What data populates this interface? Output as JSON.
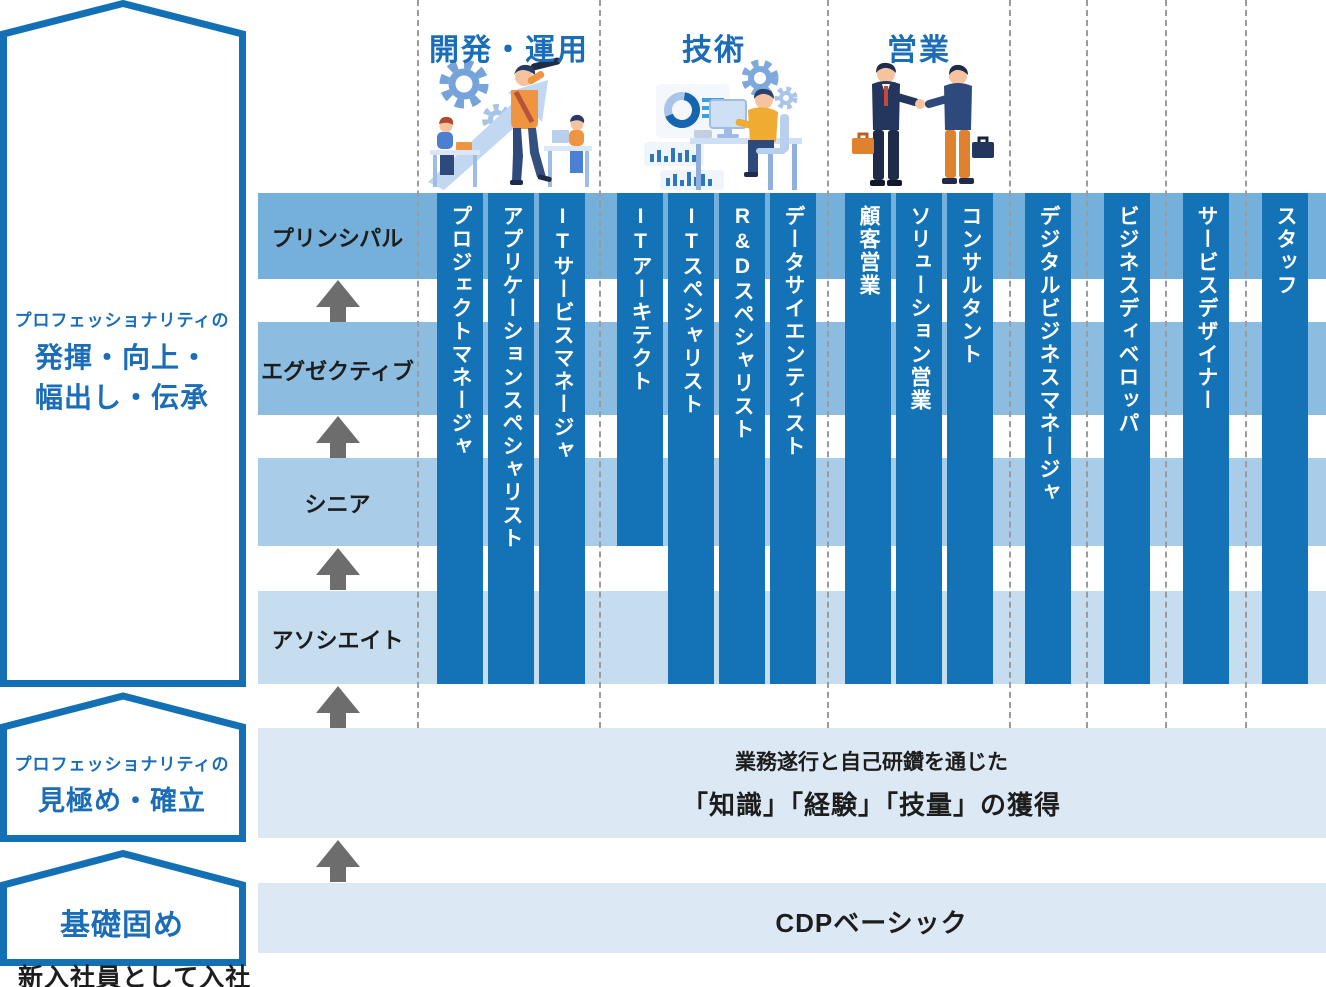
{
  "palette": {
    "bar_blue": "#1472b7",
    "outline_blue": "#1470b4",
    "heading_blue": "#1a6db6",
    "level_principal": "#74b0d9",
    "level_executive": "#8cbde0",
    "level_senior": "#a9cde8",
    "level_associate": "#c6ddef",
    "light_band": "#dce9f5",
    "arrow_gray": "#6d6d6d",
    "dash_gray": "#9b9b9b",
    "text_black": "#1d1d1d",
    "role_text_white": "#ffffff"
  },
  "left_track": {
    "stages": [
      {
        "id": "develop",
        "lines": [
          "プロフェッショナリティの",
          "発揮・向上・",
          "幅出し・伝承"
        ]
      },
      {
        "id": "establish",
        "lines": [
          "プロフェッショナリティの",
          "見極め・確立"
        ]
      },
      {
        "id": "foundation",
        "lines": [
          "基礎固め"
        ]
      }
    ],
    "entry_note": "新入社員として入社"
  },
  "levels": [
    {
      "key": "principal",
      "label": "プリンシパル",
      "color": "#74b0d9"
    },
    {
      "key": "executive",
      "label": "エグゼクティブ",
      "color": "#8cbde0"
    },
    {
      "key": "senior",
      "label": "シニア",
      "color": "#a9cde8"
    },
    {
      "key": "associate",
      "label": "アソシエイト",
      "color": "#c6ddef"
    }
  ],
  "categories": [
    {
      "label": "開発・運用",
      "illustration": "dev-ops-illustration",
      "roles": [
        "プロジェクトマネージャ",
        "アプリケーションスペシャリスト",
        "ITサービスマネージャ"
      ]
    },
    {
      "label": "技術",
      "illustration": "tech-illustration",
      "roles": [
        "ITアーキテクト",
        "ITスペシャリスト",
        "R&Dスペシャリスト",
        "データサイエンティスト"
      ]
    },
    {
      "label": "営業",
      "illustration": "sales-illustration",
      "roles": [
        "顧客営業",
        "ソリューション営業",
        "コンサルタント"
      ]
    }
  ],
  "roles": [
    {
      "name": "プロジェクトマネージャ",
      "lowest_level": "アソシエイト"
    },
    {
      "name": "アプリケーションスペシャリスト",
      "lowest_level": "アソシエイト"
    },
    {
      "name": "ITサービスマネージャ",
      "lowest_level": "アソシエイト"
    },
    {
      "name": "ITアーキテクト",
      "lowest_level": "シニア"
    },
    {
      "name": "ITスペシャリスト",
      "lowest_level": "アソシエイト"
    },
    {
      "name": "R&Dスペシャリスト",
      "lowest_level": "アソシエイト"
    },
    {
      "name": "データサイエンティスト",
      "lowest_level": "アソシエイト"
    },
    {
      "name": "顧客営業",
      "lowest_level": "アソシエイト"
    },
    {
      "name": "ソリューション営業",
      "lowest_level": "アソシエイト"
    },
    {
      "name": "コンサルタント",
      "lowest_level": "アソシエイト"
    },
    {
      "name": "デジタルビジネスマネージャ",
      "lowest_level": "アソシエイト"
    },
    {
      "name": "ビジネスディベロッパ",
      "lowest_level": "アソシエイト"
    },
    {
      "name": "サービスデザイナー",
      "lowest_level": "アソシエイト"
    },
    {
      "name": "スタッフ",
      "lowest_level": "アソシエイト"
    }
  ],
  "bottom_bands": {
    "knowledge": {
      "line1": "業務遂行と自己研鑽を通じた",
      "line2": "「知識」「経験」「技量」の獲得"
    },
    "cdp": {
      "label": "CDPベーシック"
    }
  }
}
